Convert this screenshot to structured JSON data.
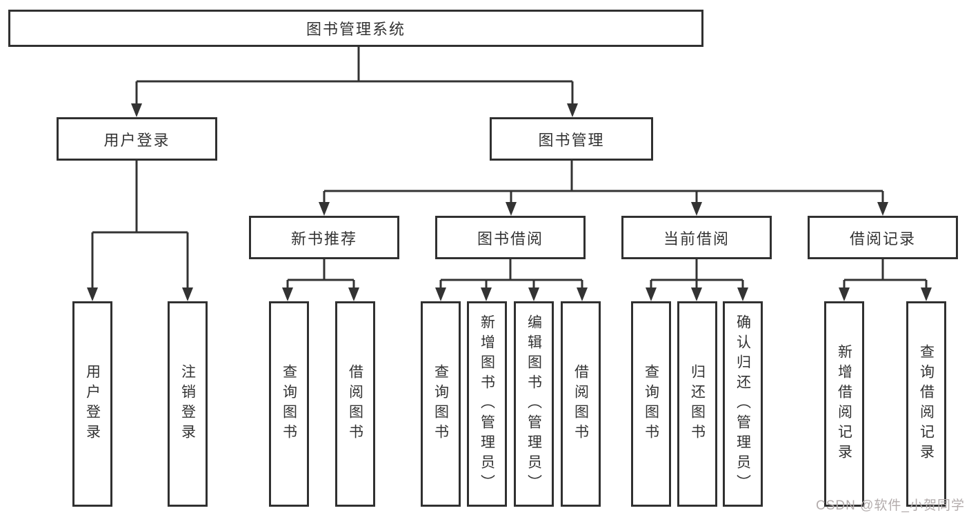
{
  "diagram": {
    "root": "图书管理系统",
    "level2": [
      {
        "label": "用户登录",
        "leaves": [
          "用户登录",
          "注销登录"
        ]
      },
      {
        "label": "图书管理",
        "level3": [
          {
            "label": "新书推荐",
            "leaves": [
              "查询图书",
              "借阅图书"
            ]
          },
          {
            "label": "图书借阅",
            "leaves": [
              "查询图书",
              "新增图书（管理员）",
              "编辑图书（管理员）",
              "借阅图书"
            ]
          },
          {
            "label": "当前借阅",
            "leaves": [
              "查询图书",
              "归还图书",
              "确认归还（管理员）"
            ]
          },
          {
            "label": "借阅记录",
            "leaves": [
              "新增借阅记录",
              "查询借阅记录"
            ]
          }
        ]
      }
    ]
  },
  "watermark": {
    "text": "CSDN @软件_小贺同学"
  },
  "colors": {
    "line": "#333333",
    "box_border": "#303030",
    "text": "#333333",
    "watermark": "#b3acac",
    "background": "#ffffff"
  }
}
